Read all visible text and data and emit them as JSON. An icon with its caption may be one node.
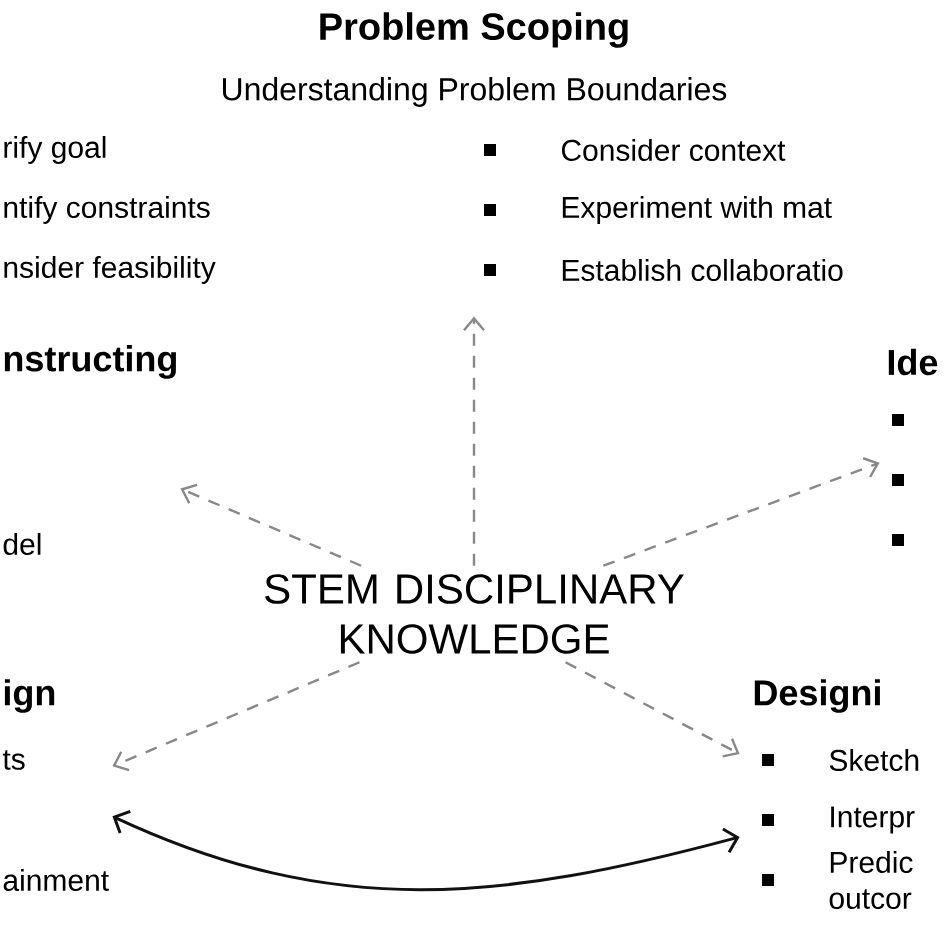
{
  "diagram": {
    "nodes": [
      {
        "text": [
          "STEM DISCIPLINARY KNOWLEDGE"
        ]
      },
      {
        "text": [
          "Problem Scoping",
          "Understanding Problem Boundaries",
          "rify goal",
          "ntify constraints",
          "nsider feasibility",
          "Consider context",
          "Experiment with mat",
          "Establish collaboratio"
        ]
      },
      {
        "text": [
          "nstructing",
          "del"
        ]
      },
      {
        "text": [
          "Ide"
        ]
      },
      {
        "text": [
          "ign",
          "ts",
          "ainment"
        ]
      },
      {
        "text": [
          "Designi",
          "Sketch",
          "Interpr",
          "Predic outcor"
        ]
      }
    ],
    "edges": [
      {
        "from": 0,
        "to": 1,
        "arrow": "to",
        "style": "dashed"
      },
      {
        "from": 0,
        "to": 2,
        "arrow": "to",
        "style": "dashed"
      },
      {
        "from": 0,
        "to": 3,
        "arrow": "to",
        "style": "dashed"
      },
      {
        "from": 0,
        "to": 4,
        "arrow": "to",
        "style": "dashed"
      },
      {
        "from": 0,
        "to": 5,
        "arrow": "to",
        "style": "dashed"
      },
      {
        "from": 4,
        "to": 5,
        "arrow": "both",
        "color": "#111111"
      }
    ]
  }
}
